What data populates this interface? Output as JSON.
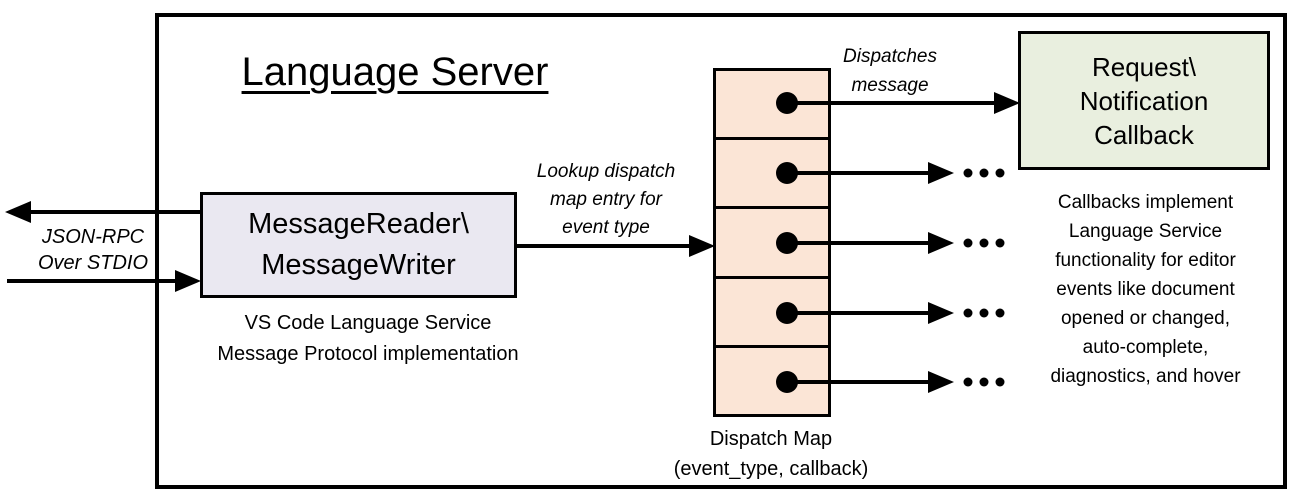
{
  "colors": {
    "stroke": "#000000",
    "background": "#ffffff",
    "reader_box_fill": "#eae8f1",
    "callback_box_fill": "#e9efdf",
    "map_fill": "#fbe5d6"
  },
  "diagram": {
    "title": "Language Server",
    "stdio_label": "JSON-RPC\nOver STDIO",
    "reader_box": {
      "label": "MessageReader\\\nMessageWriter",
      "caption": "VS Code Language Service\nMessage Protocol implementation"
    },
    "lookup_label": "Lookup dispatch\nmap entry for\nevent type",
    "dispatches_label": "Dispatches\nmessage",
    "dispatch_map": {
      "caption": "Dispatch Map\n(event_type, callback)",
      "cell_count": 5
    },
    "callback_box": {
      "label": "Request\\\nNotification\nCallback",
      "note": "Callbacks implement\nLanguage Service\nfunctionality for editor\nevents like document\nopened or changed,\nauto-complete,\ndiagnostics, and hover"
    },
    "icons": {
      "ellipsis": "..."
    }
  }
}
